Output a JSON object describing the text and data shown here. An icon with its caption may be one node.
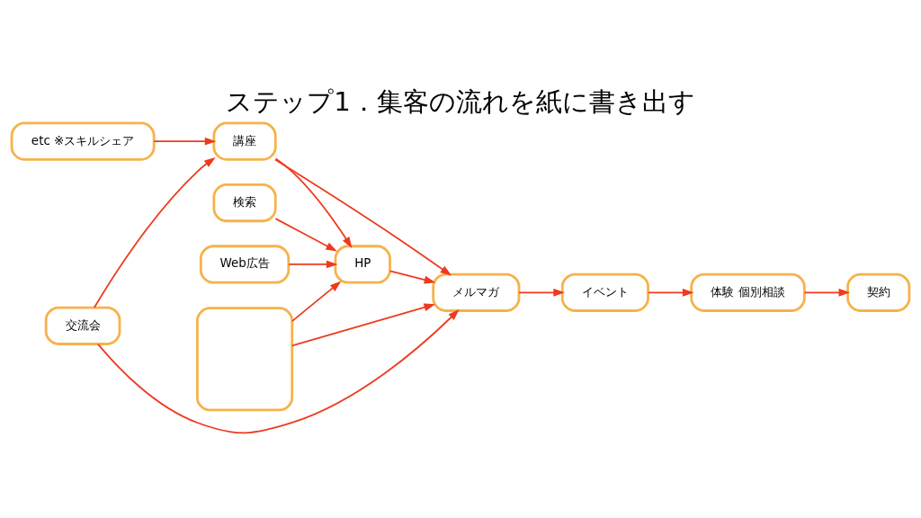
{
  "diagram": {
    "title": "ステップ1．集客の流れを紙に書き出す",
    "nodes": [
      {
        "text": [
          "etc ※スキルシェア"
        ]
      },
      {
        "text": [
          "講座"
        ]
      },
      {
        "text": [
          "交流会"
        ]
      },
      {
        "text": [],
        "shape": "box"
      },
      {
        "text": [
          "メルマガ"
        ]
      },
      {
        "text": [
          "イベント"
        ]
      },
      {
        "text": [
          "体験 個別相談"
        ]
      },
      {
        "text": [
          "契約"
        ]
      },
      {
        "text": [
          "Web広告"
        ]
      },
      {
        "text": [
          "HP"
        ]
      },
      {
        "text": [
          "検索"
        ]
      }
    ],
    "edges": [
      {
        "from": 0,
        "to": 1,
        "arrow": "to"
      },
      {
        "from": 2,
        "to": 1,
        "arrow": "to"
      },
      {
        "from": 2,
        "to": 4,
        "arrow": "to"
      },
      {
        "from": 3,
        "to": 4,
        "arrow": "to"
      },
      {
        "from": 3,
        "to": 9,
        "arrow": "to"
      },
      {
        "from": 1,
        "to": 4,
        "arrow": "to"
      },
      {
        "from": 1,
        "to": 9,
        "arrow": "to"
      },
      {
        "from": 9,
        "to": 4,
        "arrow": "to"
      },
      {
        "from": 4,
        "to": 5,
        "arrow": "to"
      },
      {
        "from": 5,
        "to": 6,
        "arrow": "to"
      },
      {
        "from": 6,
        "to": 7,
        "arrow": "to"
      },
      {
        "from": 8,
        "to": 9,
        "arrow": "to"
      },
      {
        "from": 10,
        "to": 9,
        "arrow": "to"
      }
    ]
  }
}
